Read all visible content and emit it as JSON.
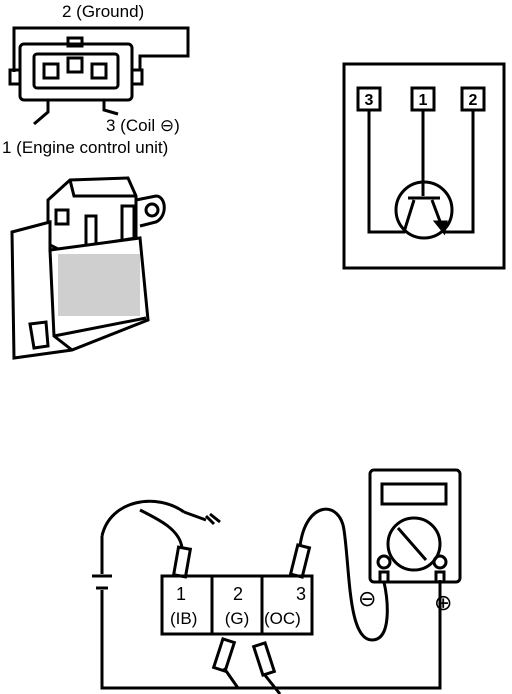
{
  "connector_labels": {
    "pin2": "2 (Ground)",
    "pin3": "3 (Coil ⊖)",
    "pin1": "1 (Engine control unit)"
  },
  "schematic": {
    "pins": [
      "3",
      "1",
      "2"
    ]
  },
  "test_connector": {
    "cells": [
      {
        "num": "1",
        "tag": "(IB)"
      },
      {
        "num": "2",
        "tag": "(G)"
      },
      {
        "num": "3",
        "tag": "(OC)"
      }
    ]
  },
  "meter": {
    "minus": "⊖",
    "plus": "⊕"
  }
}
